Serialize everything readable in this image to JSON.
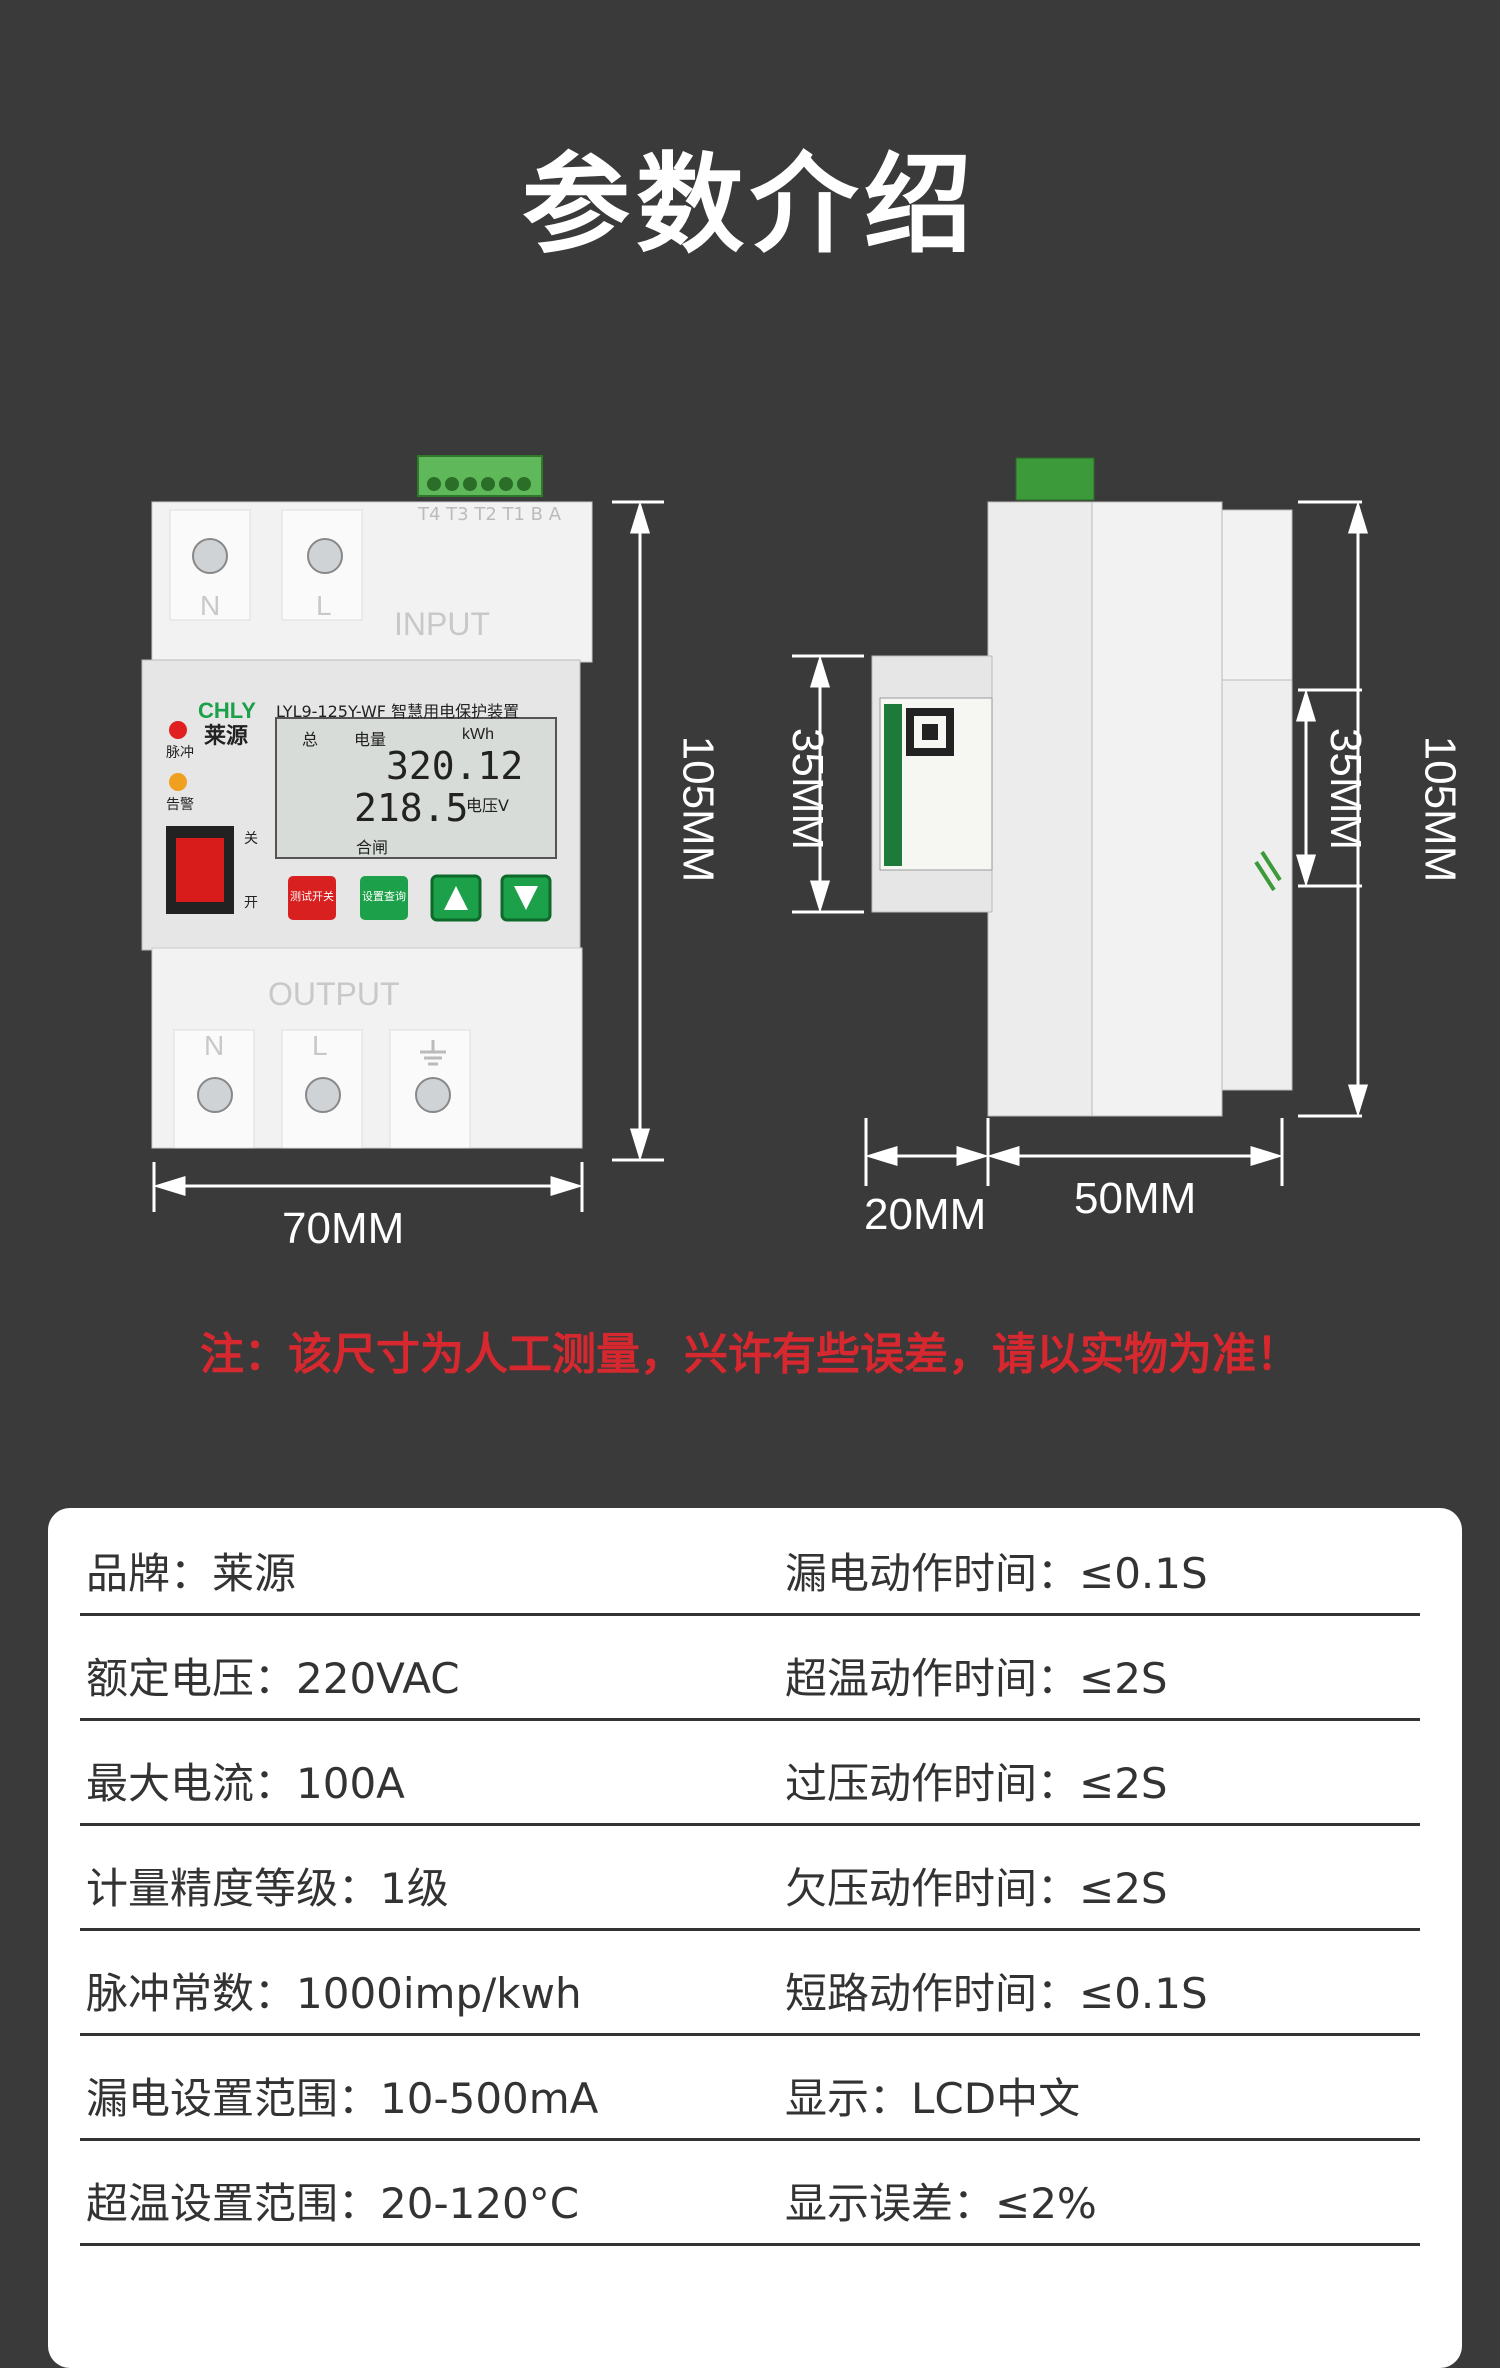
{
  "title": "参数介绍",
  "device": {
    "terminal_labels": "T4 T3 T2 T1 B A",
    "input_label": "INPUT",
    "output_label": "OUTPUT",
    "brand_en": "CHLY",
    "brand_cn": "莱源",
    "model": "LYL9-125Y-WF 智慧用电保护装置",
    "pulse_label": "脉冲",
    "alarm_label": "告警",
    "off_label": "关",
    "on_label": "开",
    "lcd_total": "总",
    "lcd_energy": "电量",
    "lcd_unit": "kWh",
    "lcd_value1": "320.12",
    "lcd_value2": "218.5",
    "lcd_voltage": "电压V",
    "lcd_close": "合闸",
    "btn1": "测试开关",
    "btn2": "设置查询",
    "terminal_n_top": "N",
    "terminal_l_top": "L",
    "terminal_n_bottom": "N",
    "terminal_l_bottom": "L"
  },
  "dimensions": {
    "width": "70MM",
    "height_front": "105MM",
    "height_side": "105MM",
    "rail_left": "35MM",
    "rail_right": "35MM",
    "depth_front": "20MM",
    "depth_body": "50MM"
  },
  "note": "注：该尺寸为人工测量，兴许有些误差，请以实物为准！",
  "specs": [
    {
      "left": "品牌：莱源",
      "right": "漏电动作时间：≤0.1S"
    },
    {
      "left": "额定电压：220VAC",
      "right": "超温动作时间：≤2S"
    },
    {
      "left": "最大电流：100A",
      "right": "过压动作时间：≤2S"
    },
    {
      "left": "计量精度等级：1级",
      "right": "欠压动作时间：≤2S"
    },
    {
      "left": "脉冲常数：1000imp/kwh",
      "right": "短路动作时间：≤0.1S"
    },
    {
      "left": "漏电设置范围：10-500mA",
      "right": "显示：LCD中文"
    },
    {
      "left": "超温设置范围：20-120°C",
      "right": "显示误差：≤2%"
    }
  ]
}
